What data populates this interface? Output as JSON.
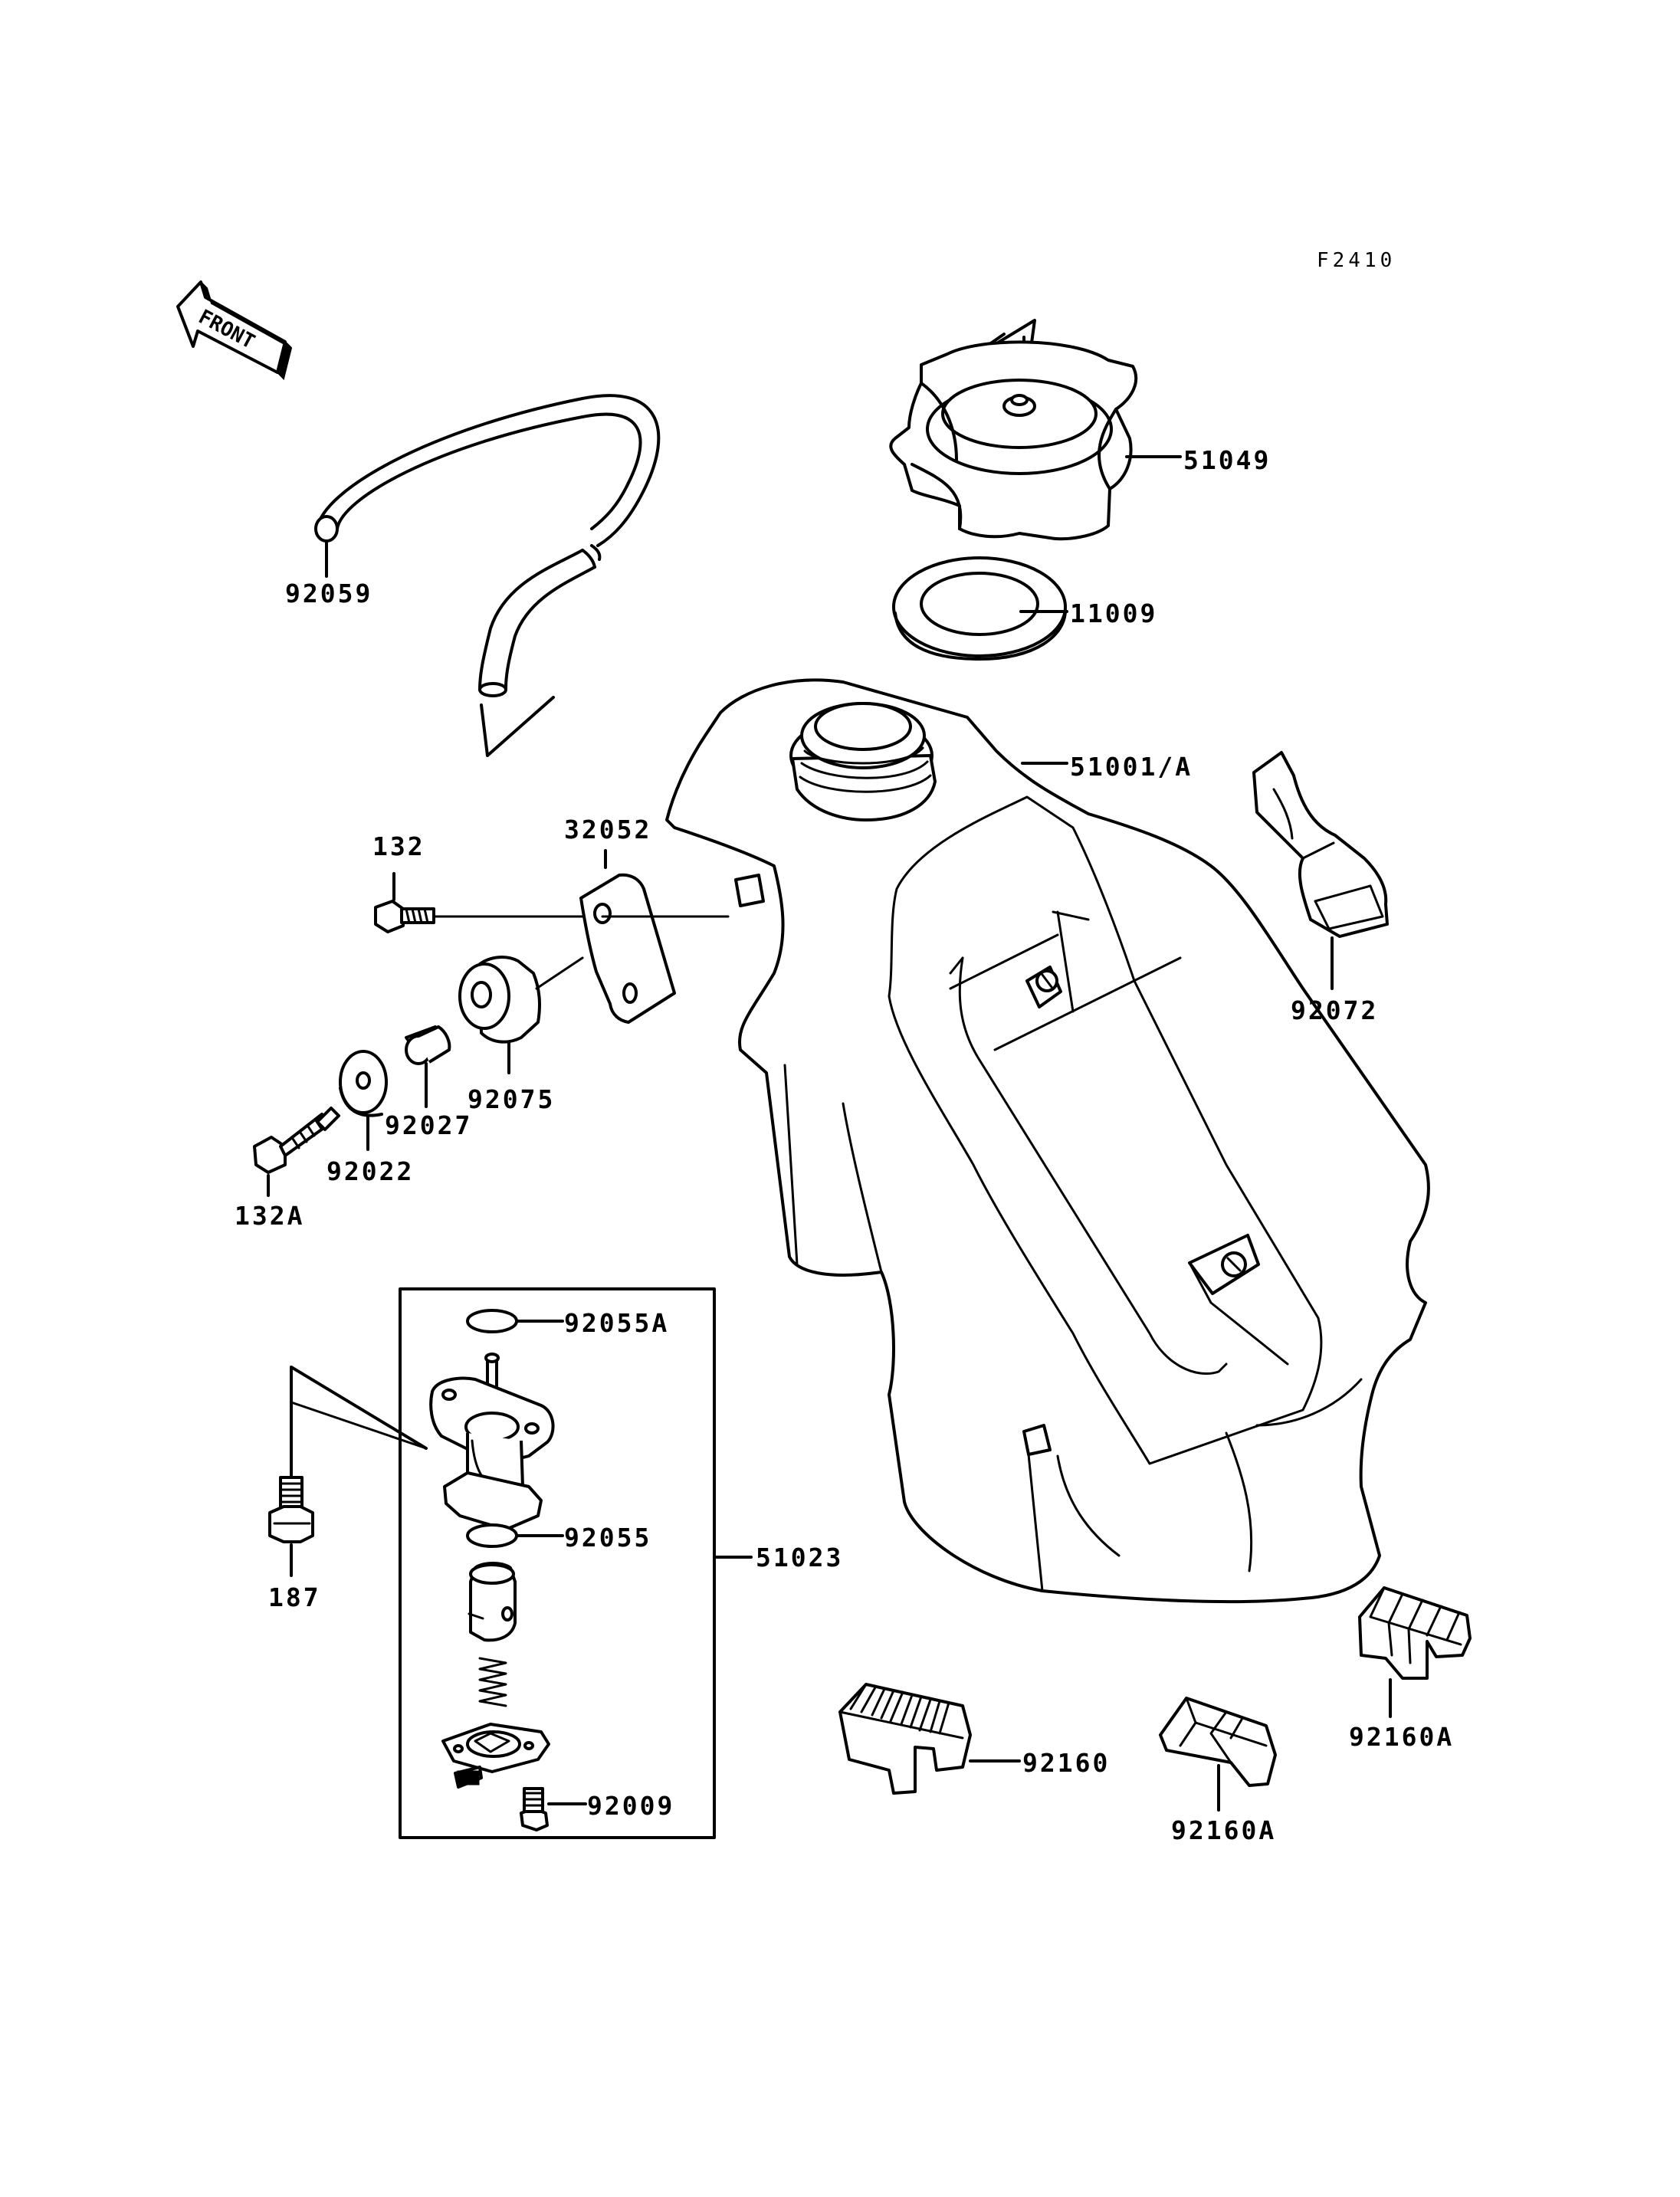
{
  "diagram_code": "F2410",
  "front_label": "FRONT",
  "parts": {
    "p51049": "51049",
    "p11009": "11009",
    "p51001a": "51001/A",
    "p92059": "92059",
    "p32052": "32052",
    "p132": "132",
    "p92072": "92072",
    "p92075": "92075",
    "p92027": "92027",
    "p92022": "92022",
    "p132a": "132A",
    "p92055a": "92055A",
    "p92055": "92055",
    "p51023": "51023",
    "p187": "187",
    "p92009": "92009",
    "p92160": "92160",
    "p92160a_left": "92160A",
    "p92160a_right": "92160A"
  }
}
